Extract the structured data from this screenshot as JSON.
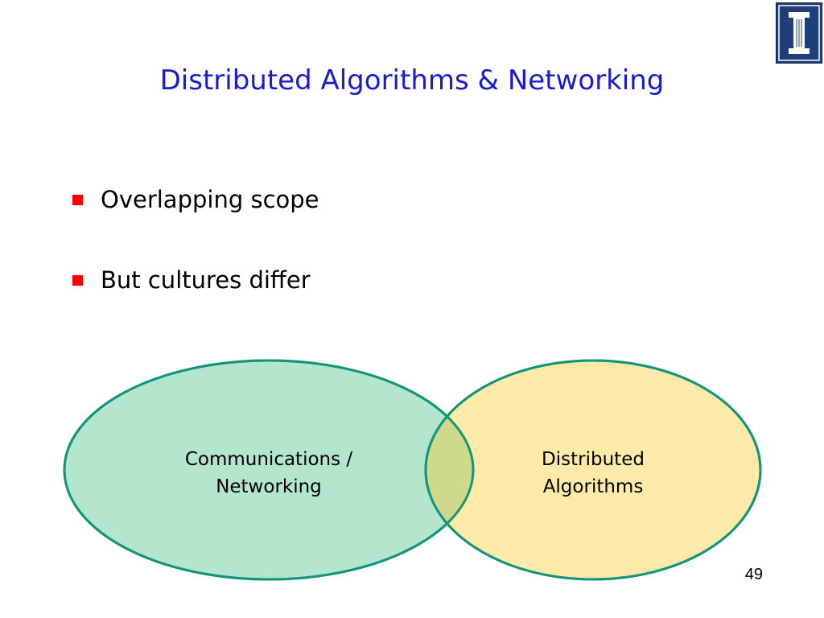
{
  "slide": {
    "title": "Distributed Algorithms & Networking",
    "bullets": [
      "Overlapping scope",
      "But cultures differ"
    ],
    "page_number": "49"
  },
  "venn": {
    "left_circle": {
      "label_lines": [
        "Communications /",
        "Networking"
      ],
      "fill": "#b3e6cc",
      "stroke": "#14957a"
    },
    "right_circle": {
      "label_lines": [
        "Distributed",
        "Algorithms"
      ],
      "fill": "#fde9a8",
      "stroke": "#14957a"
    },
    "overlap_fill": "#cfd98c"
  },
  "logo": {
    "icon": "university-of-illinois-block-i-logo",
    "background": "#1f3f7a",
    "accent": "#ffffff"
  },
  "colors": {
    "title": "#1a1ad6",
    "bullet_marker": "#ff0000"
  }
}
